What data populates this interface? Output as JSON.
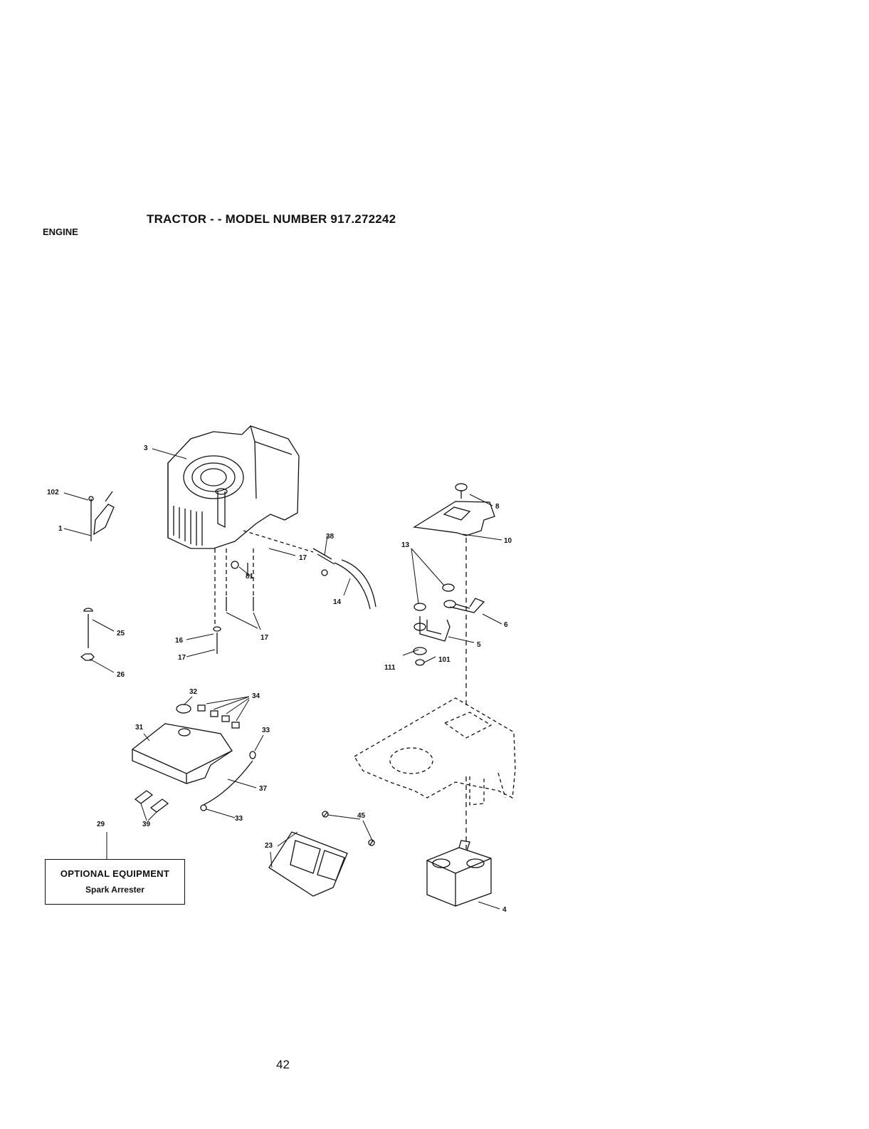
{
  "header": {
    "title": "TRACTOR - - MODEL NUMBER 917.272242",
    "section": "ENGINE"
  },
  "callouts": [
    "102",
    "1",
    "3",
    "38",
    "17",
    "81",
    "14",
    "8",
    "10",
    "13",
    "6",
    "5",
    "111",
    "101",
    "25",
    "26",
    "16",
    "17",
    "32",
    "34",
    "31",
    "33",
    "37",
    "33",
    "39",
    "29",
    "45",
    "23",
    "4",
    "17"
  ],
  "optional_box": {
    "title": "OPTIONAL EQUIPMENT",
    "subtitle": "Spark Arrester"
  },
  "footer": {
    "page_number": "42"
  }
}
